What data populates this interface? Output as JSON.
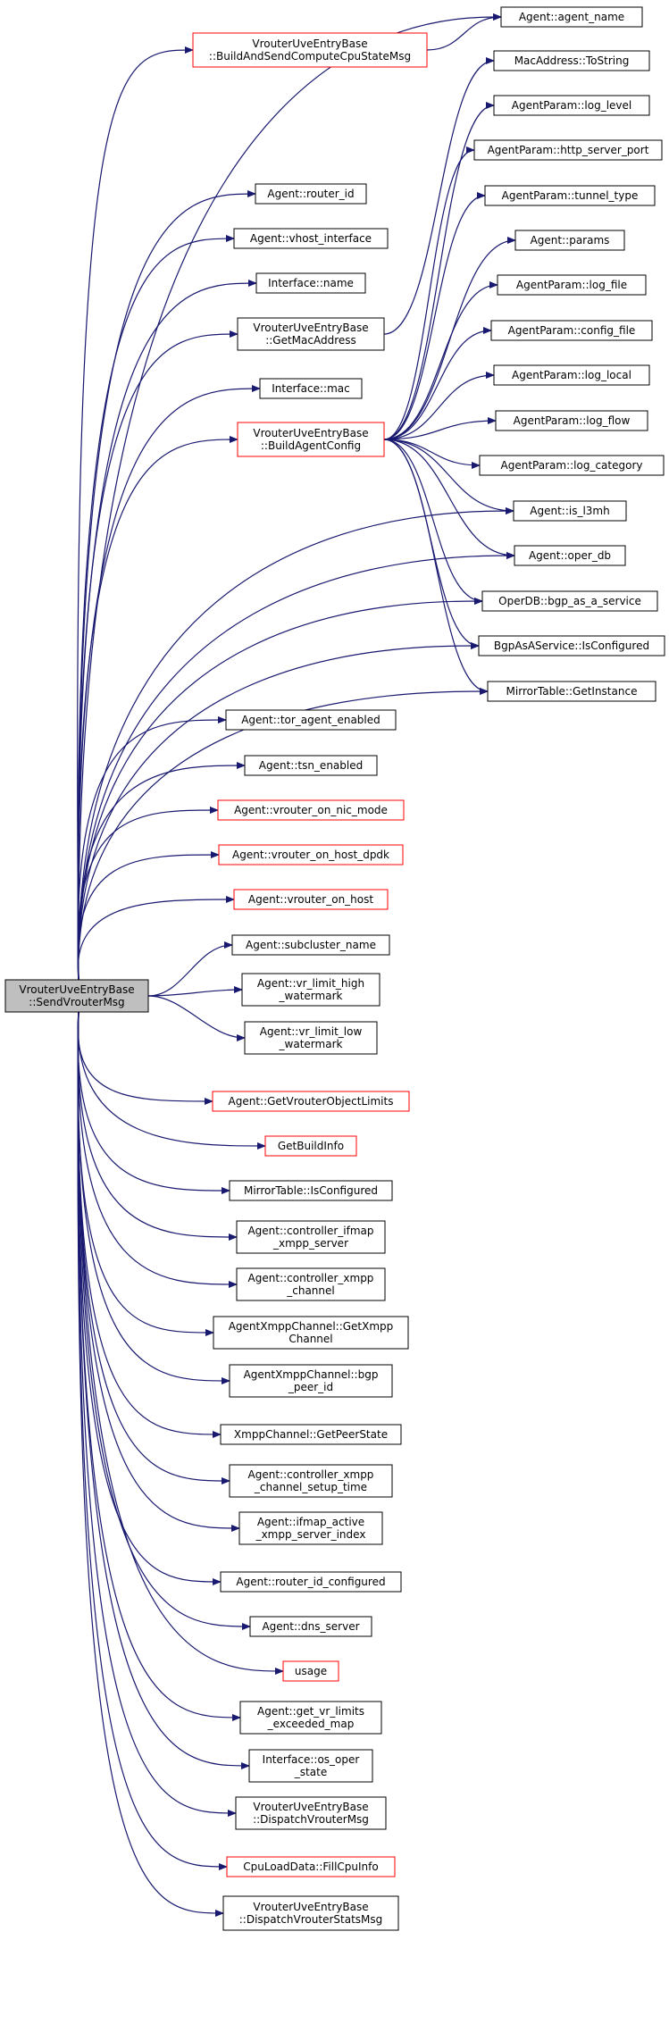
{
  "colors": {
    "edge": "#191970",
    "box_normal": "#000000",
    "box_highlight": "#ff0000",
    "root_fill": "#bfbfbf",
    "fill": "#ffffff"
  },
  "nodes": [
    {
      "id": "root",
      "lines": [
        "VrouterUveEntryBase",
        "::SendVrouterMsg"
      ],
      "style": "root"
    },
    {
      "id": "cpustate",
      "lines": [
        "VrouterUveEntryBase",
        "::BuildAndSendComputeCpuStateMsg"
      ],
      "style": "red"
    },
    {
      "id": "agent_name",
      "lines": [
        "Agent::agent_name"
      ],
      "style": "normal"
    },
    {
      "id": "mac_tostring",
      "lines": [
        "MacAddress::ToString"
      ],
      "style": "normal"
    },
    {
      "id": "log_level",
      "lines": [
        "AgentParam::log_level"
      ],
      "style": "normal"
    },
    {
      "id": "http_port",
      "lines": [
        "AgentParam::http_server_port"
      ],
      "style": "normal"
    },
    {
      "id": "tunnel_type",
      "lines": [
        "AgentParam::tunnel_type"
      ],
      "style": "normal"
    },
    {
      "id": "params",
      "lines": [
        "Agent::params"
      ],
      "style": "normal"
    },
    {
      "id": "log_file",
      "lines": [
        "AgentParam::log_file"
      ],
      "style": "normal"
    },
    {
      "id": "config_file",
      "lines": [
        "AgentParam::config_file"
      ],
      "style": "normal"
    },
    {
      "id": "log_local",
      "lines": [
        "AgentParam::log_local"
      ],
      "style": "normal"
    },
    {
      "id": "log_flow",
      "lines": [
        "AgentParam::log_flow"
      ],
      "style": "normal"
    },
    {
      "id": "log_category",
      "lines": [
        "AgentParam::log_category"
      ],
      "style": "normal"
    },
    {
      "id": "is_l3mh",
      "lines": [
        "Agent::is_l3mh"
      ],
      "style": "normal"
    },
    {
      "id": "oper_db",
      "lines": [
        "Agent::oper_db"
      ],
      "style": "normal"
    },
    {
      "id": "bgp_as_a_service",
      "lines": [
        "OperDB::bgp_as_a_service"
      ],
      "style": "normal"
    },
    {
      "id": "bgp_isconfigured",
      "lines": [
        "BgpAsAService::IsConfigured"
      ],
      "style": "normal"
    },
    {
      "id": "mirror_getinstance",
      "lines": [
        "MirrorTable::GetInstance"
      ],
      "style": "normal"
    },
    {
      "id": "router_id",
      "lines": [
        "Agent::router_id"
      ],
      "style": "normal"
    },
    {
      "id": "vhost_interface",
      "lines": [
        "Agent::vhost_interface"
      ],
      "style": "normal"
    },
    {
      "id": "iface_name",
      "lines": [
        "Interface::name"
      ],
      "style": "normal"
    },
    {
      "id": "getmac",
      "lines": [
        "VrouterUveEntryBase",
        "::GetMacAddress"
      ],
      "style": "normal"
    },
    {
      "id": "iface_mac",
      "lines": [
        "Interface::mac"
      ],
      "style": "normal"
    },
    {
      "id": "buildagentconfig",
      "lines": [
        "VrouterUveEntryBase",
        "::BuildAgentConfig"
      ],
      "style": "red"
    },
    {
      "id": "tor_agent",
      "lines": [
        "Agent::tor_agent_enabled"
      ],
      "style": "normal"
    },
    {
      "id": "tsn_enabled",
      "lines": [
        "Agent::tsn_enabled"
      ],
      "style": "normal"
    },
    {
      "id": "nic_mode",
      "lines": [
        "Agent::vrouter_on_nic_mode"
      ],
      "style": "red"
    },
    {
      "id": "host_dpdk",
      "lines": [
        "Agent::vrouter_on_host_dpdk"
      ],
      "style": "red"
    },
    {
      "id": "on_host",
      "lines": [
        "Agent::vrouter_on_host"
      ],
      "style": "red"
    },
    {
      "id": "subcluster",
      "lines": [
        "Agent::subcluster_name"
      ],
      "style": "normal"
    },
    {
      "id": "vr_high",
      "lines": [
        "Agent::vr_limit_high",
        "_watermark"
      ],
      "style": "normal"
    },
    {
      "id": "vr_low",
      "lines": [
        "Agent::vr_limit_low",
        "_watermark"
      ],
      "style": "normal"
    },
    {
      "id": "obj_limits",
      "lines": [
        "Agent::GetVrouterObjectLimits"
      ],
      "style": "red"
    },
    {
      "id": "buildinfo",
      "lines": [
        "GetBuildInfo"
      ],
      "style": "red"
    },
    {
      "id": "mirror_isconfigured",
      "lines": [
        "MirrorTable::IsConfigured"
      ],
      "style": "normal"
    },
    {
      "id": "ifmap_server",
      "lines": [
        "Agent::controller_ifmap",
        "_xmpp_server"
      ],
      "style": "normal"
    },
    {
      "id": "xmpp_channel",
      "lines": [
        "Agent::controller_xmpp",
        "_channel"
      ],
      "style": "normal"
    },
    {
      "id": "getxmpp",
      "lines": [
        "AgentXmppChannel::GetXmpp",
        "Channel"
      ],
      "style": "normal"
    },
    {
      "id": "bgp_peer",
      "lines": [
        "AgentXmppChannel::bgp",
        "_peer_id"
      ],
      "style": "normal"
    },
    {
      "id": "peerstate",
      "lines": [
        "XmppChannel::GetPeerState"
      ],
      "style": "normal"
    },
    {
      "id": "setup_time",
      "lines": [
        "Agent::controller_xmpp",
        "_channel_setup_time"
      ],
      "style": "normal"
    },
    {
      "id": "ifmap_index",
      "lines": [
        "Agent::ifmap_active",
        "_xmpp_server_index"
      ],
      "style": "normal"
    },
    {
      "id": "rid_configured",
      "lines": [
        "Agent::router_id_configured"
      ],
      "style": "normal"
    },
    {
      "id": "dns_server",
      "lines": [
        "Agent::dns_server"
      ],
      "style": "normal"
    },
    {
      "id": "usage",
      "lines": [
        "usage"
      ],
      "style": "red"
    },
    {
      "id": "vr_limits_map",
      "lines": [
        "Agent::get_vr_limits",
        "_exceeded_map"
      ],
      "style": "normal"
    },
    {
      "id": "os_oper",
      "lines": [
        "Interface::os_oper",
        "_state"
      ],
      "style": "normal"
    },
    {
      "id": "dispatch_vrouter",
      "lines": [
        "VrouterUveEntryBase",
        "::DispatchVrouterMsg"
      ],
      "style": "normal"
    },
    {
      "id": "cpuinfo",
      "lines": [
        "CpuLoadData::FillCpuInfo"
      ],
      "style": "red"
    },
    {
      "id": "dispatch_stats",
      "lines": [
        "VrouterUveEntryBase",
        "::DispatchVrouterStatsMsg"
      ],
      "style": "normal"
    }
  ],
  "edges": [
    [
      "root",
      "cpustate"
    ],
    [
      "root",
      "agent_name"
    ],
    [
      "root",
      "router_id"
    ],
    [
      "root",
      "vhost_interface"
    ],
    [
      "root",
      "iface_name"
    ],
    [
      "root",
      "getmac"
    ],
    [
      "root",
      "iface_mac"
    ],
    [
      "root",
      "buildagentconfig"
    ],
    [
      "root",
      "is_l3mh"
    ],
    [
      "root",
      "oper_db"
    ],
    [
      "root",
      "bgp_as_a_service"
    ],
    [
      "root",
      "bgp_isconfigured"
    ],
    [
      "root",
      "mirror_getinstance"
    ],
    [
      "root",
      "tor_agent"
    ],
    [
      "root",
      "tsn_enabled"
    ],
    [
      "root",
      "nic_mode"
    ],
    [
      "root",
      "host_dpdk"
    ],
    [
      "root",
      "on_host"
    ],
    [
      "root",
      "subcluster"
    ],
    [
      "root",
      "vr_high"
    ],
    [
      "root",
      "vr_low"
    ],
    [
      "root",
      "obj_limits"
    ],
    [
      "root",
      "buildinfo"
    ],
    [
      "root",
      "mirror_isconfigured"
    ],
    [
      "root",
      "ifmap_server"
    ],
    [
      "root",
      "xmpp_channel"
    ],
    [
      "root",
      "getxmpp"
    ],
    [
      "root",
      "bgp_peer"
    ],
    [
      "root",
      "peerstate"
    ],
    [
      "root",
      "setup_time"
    ],
    [
      "root",
      "ifmap_index"
    ],
    [
      "root",
      "rid_configured"
    ],
    [
      "root",
      "dns_server"
    ],
    [
      "root",
      "usage"
    ],
    [
      "root",
      "vr_limits_map"
    ],
    [
      "root",
      "os_oper"
    ],
    [
      "root",
      "dispatch_vrouter"
    ],
    [
      "root",
      "cpuinfo"
    ],
    [
      "root",
      "dispatch_stats"
    ],
    [
      "cpustate",
      "agent_name"
    ],
    [
      "getmac",
      "mac_tostring"
    ],
    [
      "buildagentconfig",
      "log_level"
    ],
    [
      "buildagentconfig",
      "http_port"
    ],
    [
      "buildagentconfig",
      "tunnel_type"
    ],
    [
      "buildagentconfig",
      "params"
    ],
    [
      "buildagentconfig",
      "log_file"
    ],
    [
      "buildagentconfig",
      "config_file"
    ],
    [
      "buildagentconfig",
      "log_local"
    ],
    [
      "buildagentconfig",
      "log_flow"
    ],
    [
      "buildagentconfig",
      "log_category"
    ],
    [
      "buildagentconfig",
      "is_l3mh"
    ],
    [
      "buildagentconfig",
      "oper_db"
    ],
    [
      "buildagentconfig",
      "bgp_as_a_service"
    ],
    [
      "buildagentconfig",
      "bgp_isconfigured"
    ],
    [
      "buildagentconfig",
      "mirror_getinstance"
    ]
  ]
}
